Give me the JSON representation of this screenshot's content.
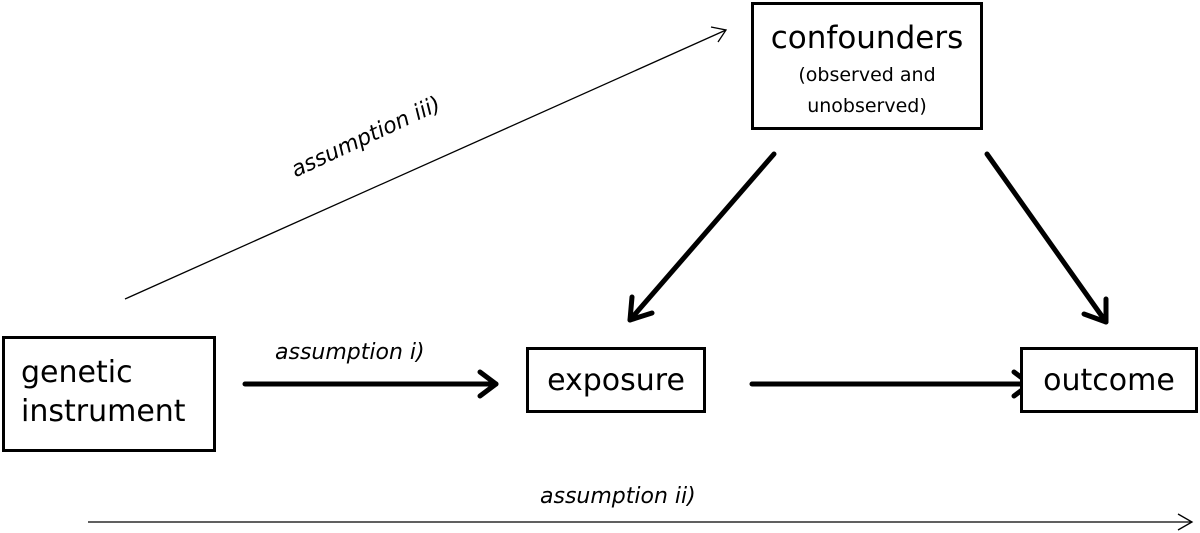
{
  "nodes": {
    "instrument": {
      "line1": "genetic",
      "line2": "instrument"
    },
    "exposure": {
      "label": "exposure"
    },
    "outcome": {
      "label": "outcome"
    },
    "confounders": {
      "title": "confounders",
      "sub1": "(observed and",
      "sub2": "unobserved)"
    }
  },
  "edges": {
    "assumption_i": "assumption i)",
    "assumption_ii": "assumption ii)",
    "assumption_iii": "assumption iii)"
  }
}
